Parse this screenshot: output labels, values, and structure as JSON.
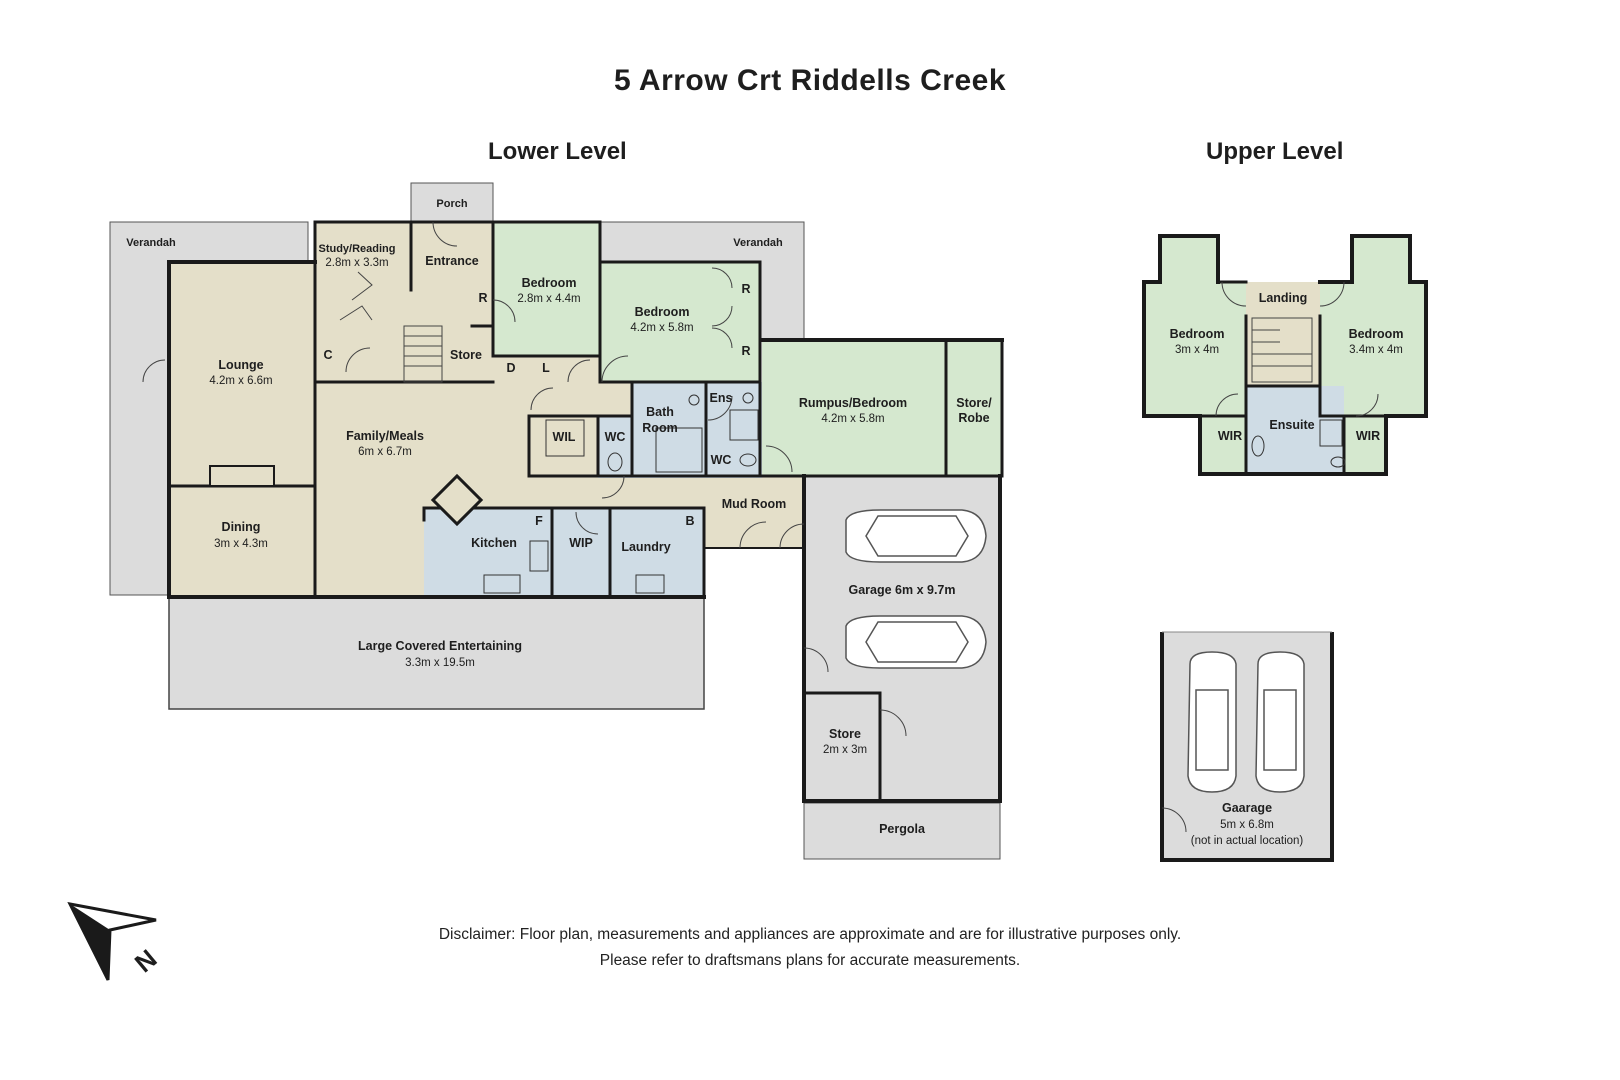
{
  "title": "5 Arrow Crt Riddells Creek",
  "levels": {
    "lower": "Lower Level",
    "upper": "Upper Level"
  },
  "colors": {
    "beige": "#e4dfc9",
    "green": "#d5e8cf",
    "blue": "#cfdce5",
    "grey": "#dcdcdc",
    "wall": "#1a1a1a"
  },
  "rooms": {
    "verandah_w": {
      "name": "Verandah"
    },
    "verandah_e": {
      "name": "Verandah"
    },
    "porch": {
      "name": "Porch"
    },
    "study": {
      "name": "Study/Reading",
      "dim": "2.8m x 3.3m"
    },
    "entrance": {
      "name": "Entrance"
    },
    "bed1": {
      "name": "Bedroom",
      "dim": "2.8m x 4.4m"
    },
    "bed2": {
      "name": "Bedroom",
      "dim": "4.2m x 5.8m"
    },
    "lounge": {
      "name": "Lounge",
      "dim": "4.2m x 6.6m"
    },
    "store1": {
      "name": "Store"
    },
    "family": {
      "name": "Family/Meals",
      "dim": "6m x 6.7m"
    },
    "wil": {
      "name": "WIL"
    },
    "wc1": {
      "name": "WC"
    },
    "bath": {
      "name": "Bath Room"
    },
    "ens": {
      "name": "Ens"
    },
    "wc2": {
      "name": "WC"
    },
    "rumpus": {
      "name": "Rumpus/Bedroom",
      "dim": "4.2m x 5.8m"
    },
    "store_robe": {
      "name": "Store/ Robe"
    },
    "dining": {
      "name": "Dining",
      "dim": "3m x 4.3m"
    },
    "kitchen": {
      "name": "Kitchen"
    },
    "wip": {
      "name": "WIP"
    },
    "laundry": {
      "name": "Laundry"
    },
    "mudroom": {
      "name": "Mud Room"
    },
    "garage": {
      "name": "Garage 6m x 9.7m"
    },
    "entertaining": {
      "name": "Large Covered Entertaining",
      "dim": "3.3m x 19.5m"
    },
    "store2": {
      "name": "Store",
      "dim": "2m x 3m"
    },
    "pergola": {
      "name": "Pergola"
    },
    "up_bed1": {
      "name": "Bedroom",
      "dim": "3m x 4m"
    },
    "up_bed2": {
      "name": "Bedroom",
      "dim": "3.4m x 4m"
    },
    "landing": {
      "name": "Landing"
    },
    "ensuite": {
      "name": "Ensuite"
    },
    "wir1": {
      "name": "WIR"
    },
    "wir2": {
      "name": "WIR"
    },
    "gaarage": {
      "name": "Gaarage",
      "dim": "5m x 6.8m",
      "note": "(not in actual location)"
    }
  },
  "letters": {
    "r1": "R",
    "r2": "R",
    "r3": "R",
    "c": "C",
    "d": "D",
    "l": "L",
    "f": "F",
    "b": "B"
  },
  "north_label": "N",
  "disclaimer": {
    "line1": "Disclaimer: Floor plan, measurements and appliances are approximate and are for illustrative purposes only.",
    "line2": "Please refer to draftsmans plans for accurate measurements."
  }
}
